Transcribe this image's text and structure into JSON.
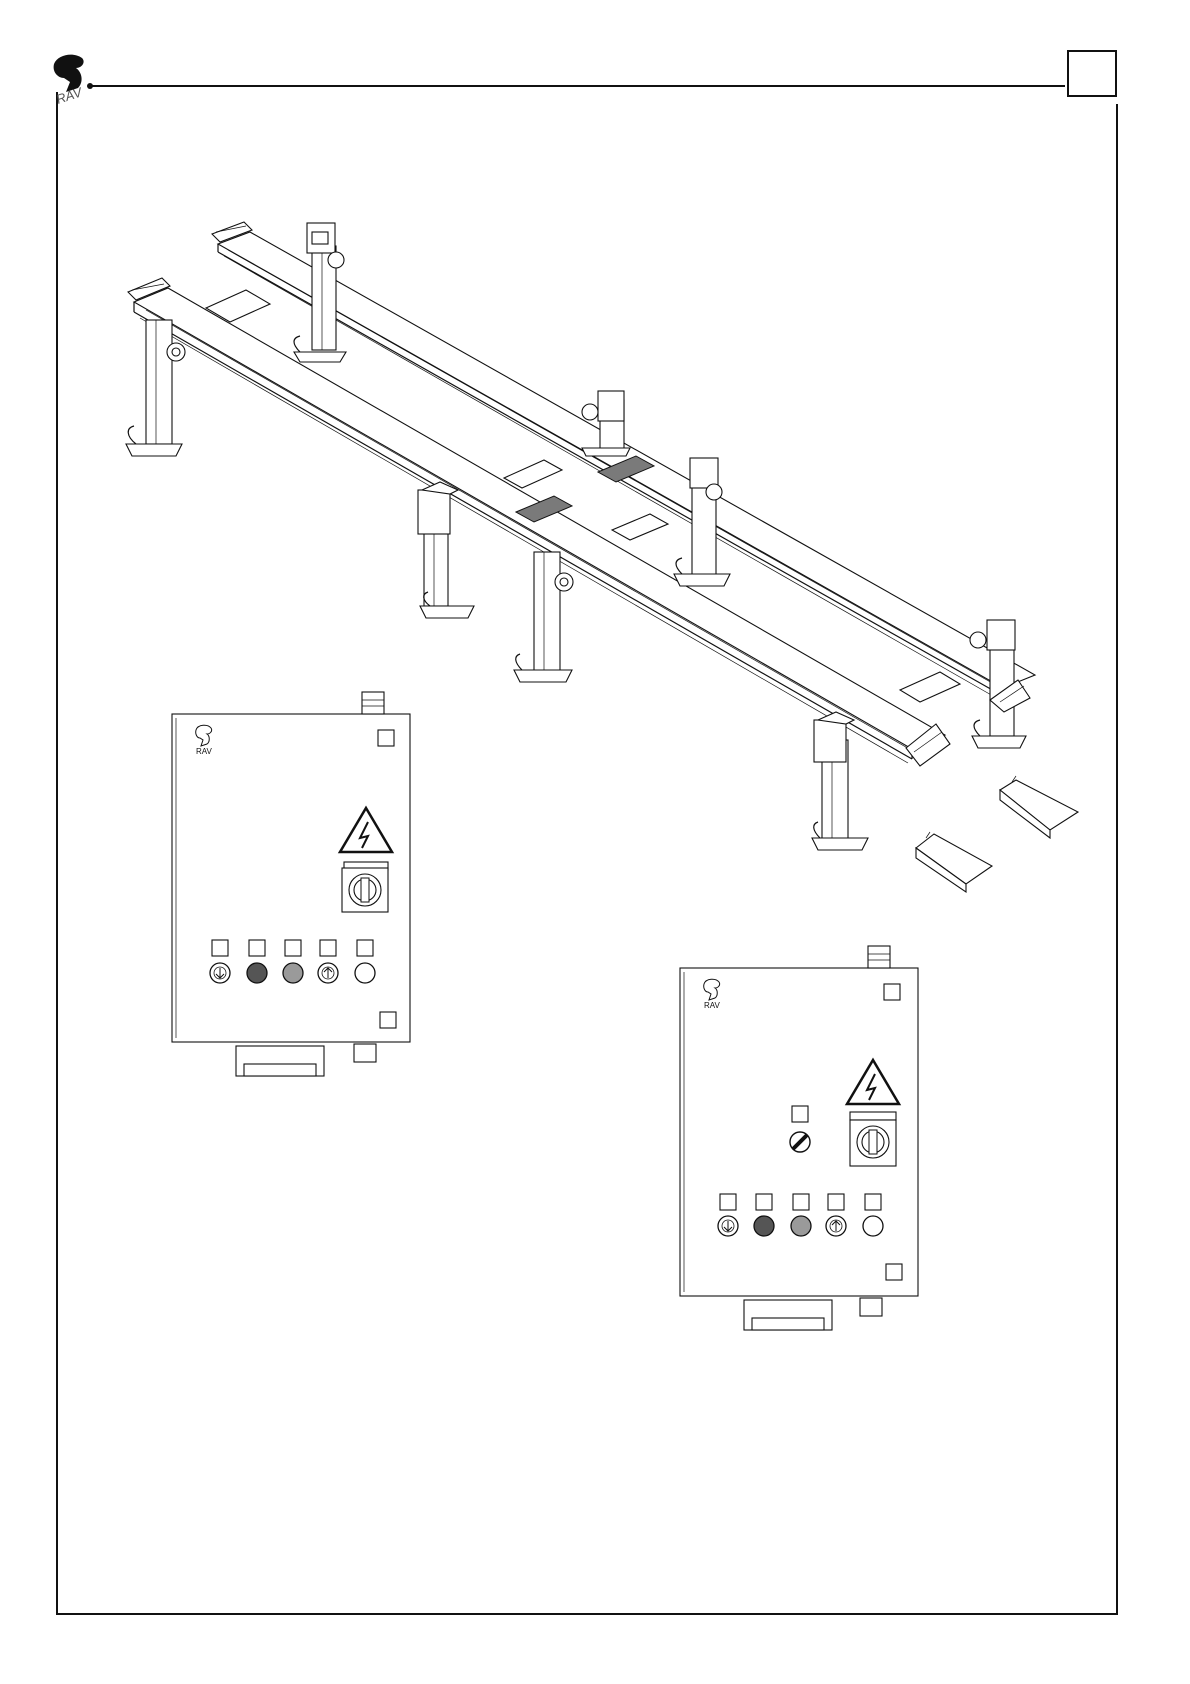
{
  "page": {
    "brand_logo": "ravaglioli-logo",
    "page_number_box": "",
    "colors": {
      "ink": "#111111",
      "paper": "#ffffff",
      "lamp_dark": "#555555",
      "lamp_grey": "#9a9a9a",
      "stripe": "#7a7a7a"
    }
  },
  "figures": {
    "lift": {
      "type": "four-post-lift-isometric",
      "icons": [
        "column",
        "runway",
        "crossbar",
        "ramp"
      ]
    },
    "panel_a": {
      "type": "control-panel",
      "label_boxes": [
        "",
        "",
        "",
        "",
        "",
        "",
        ""
      ],
      "buttons": [
        {
          "icon": "arrow-down-icon",
          "style": "outline"
        },
        {
          "icon": "lamp-dark-icon",
          "style": "dark"
        },
        {
          "icon": "lamp-grey-icon",
          "style": "grey"
        },
        {
          "icon": "arrow-up-icon",
          "style": "outline"
        },
        {
          "icon": "lamp-white-icon",
          "style": "white"
        }
      ],
      "warning_icon": "high-voltage-icon",
      "switch_icon": "main-switch-icon"
    },
    "panel_b": {
      "type": "control-panel",
      "label_boxes": [
        "",
        "",
        "",
        "",
        "",
        "",
        "",
        ""
      ],
      "buttons": [
        {
          "icon": "arrow-down-icon",
          "style": "outline"
        },
        {
          "icon": "lamp-dark-icon",
          "style": "dark"
        },
        {
          "icon": "lamp-grey-icon",
          "style": "grey"
        },
        {
          "icon": "arrow-up-icon",
          "style": "outline"
        },
        {
          "icon": "lamp-white-icon",
          "style": "white"
        }
      ],
      "warning_icon": "high-voltage-icon",
      "switch_icon": "main-switch-icon",
      "extra_switch_icon": "key-selector-icon"
    }
  }
}
